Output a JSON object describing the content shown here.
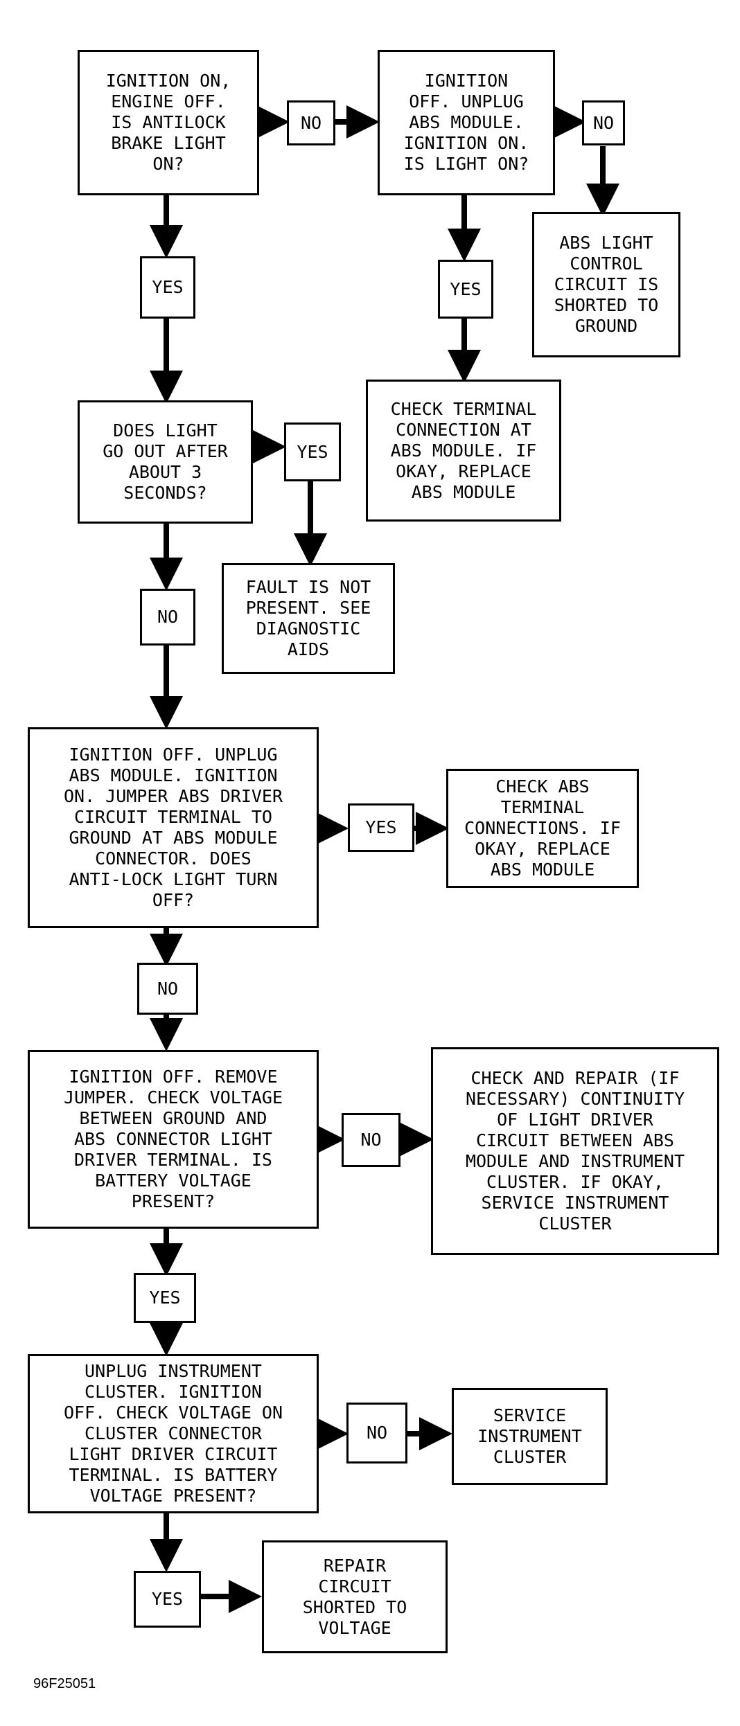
{
  "nodes": {
    "q1": "IGNITION ON,\nENGINE OFF.\nIS ANTILOCK\nBRAKE LIGHT\nON?",
    "q1_no": "NO",
    "q2": "IGNITION\nOFF. UNPLUG\nABS MODULE.\nIGNITION ON.\nIS LIGHT ON?",
    "q2_no": "NO",
    "r_short_ground": "ABS LIGHT\nCONTROL\nCIRCUIT IS\nSHORTED TO\nGROUND",
    "q2_yes": "YES",
    "r_check_terminal": "CHECK TERMINAL\nCONNECTION AT\nABS MODULE. IF\nOKAY, REPLACE\nABS MODULE",
    "q1_yes": "YES",
    "q3": "DOES LIGHT\nGO OUT AFTER\nABOUT 3\nSECONDS?",
    "q3_yes": "YES",
    "r_fault_not_present": "FAULT IS NOT\nPRESENT. SEE\nDIAGNOSTIC\nAIDS",
    "q3_no": "NO",
    "q4": "IGNITION OFF. UNPLUG\nABS MODULE. IGNITION\nON. JUMPER ABS DRIVER\nCIRCUIT TERMINAL TO\nGROUND AT ABS MODULE\nCONNECTOR. DOES\nANTI-LOCK LIGHT TURN\nOFF?",
    "q4_yes": "YES",
    "r_check_abs_terminal": "CHECK ABS\nTERMINAL\nCONNECTIONS. IF\nOKAY, REPLACE\nABS MODULE",
    "q4_no": "NO",
    "q5": "IGNITION OFF. REMOVE\nJUMPER. CHECK VOLTAGE\nBETWEEN GROUND AND\nABS CONNECTOR LIGHT\nDRIVER TERMINAL. IS\nBATTERY VOLTAGE\nPRESENT?",
    "q5_no": "NO",
    "r_check_repair": "CHECK AND REPAIR (IF\nNECESSARY) CONTINUITY\nOF LIGHT DRIVER\nCIRCUIT BETWEEN ABS\nMODULE AND INSTRUMENT\nCLUSTER. IF OKAY,\nSERVICE INSTRUMENT\nCLUSTER",
    "q5_yes": "YES",
    "q6": "UNPLUG INSTRUMENT\nCLUSTER. IGNITION\nOFF. CHECK VOLTAGE ON\nCLUSTER CONNECTOR\nLIGHT DRIVER CIRCUIT\nTERMINAL. IS BATTERY\nVOLTAGE PRESENT?",
    "q6_no": "NO",
    "r_service_cluster": "SERVICE\nINSTRUMENT\nCLUSTER",
    "q6_yes": "YES",
    "r_repair_short_voltage": "REPAIR\nCIRCUIT\nSHORTED TO\nVOLTAGE"
  },
  "figure_id": "96F25051",
  "colors": {
    "line": "#000000",
    "background": "#ffffff"
  }
}
